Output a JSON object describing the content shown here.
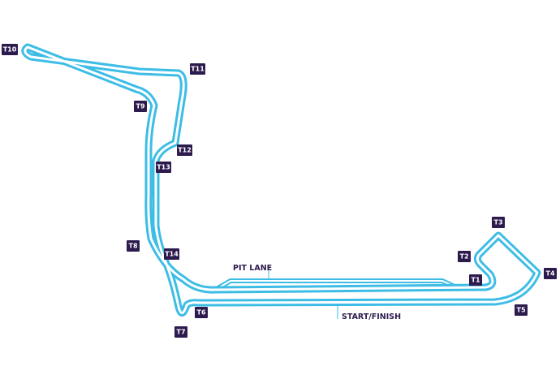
{
  "colors": {
    "track": "#3dbde6",
    "track_inner": "#ffffff",
    "marker_bg": "#2d1b4e",
    "marker_text": "#ffffff",
    "callout_text": "#2d1b4e",
    "callout_line": "#3dbde6"
  },
  "map": {
    "callouts": {
      "pit_lane": "PIT LANE",
      "start_finish": "START/FINISH"
    },
    "turns": [
      "T1",
      "T2",
      "T3",
      "T4",
      "T5",
      "T6",
      "T7",
      "T8",
      "T9",
      "T10",
      "T11",
      "T12",
      "T13",
      "T14"
    ]
  }
}
